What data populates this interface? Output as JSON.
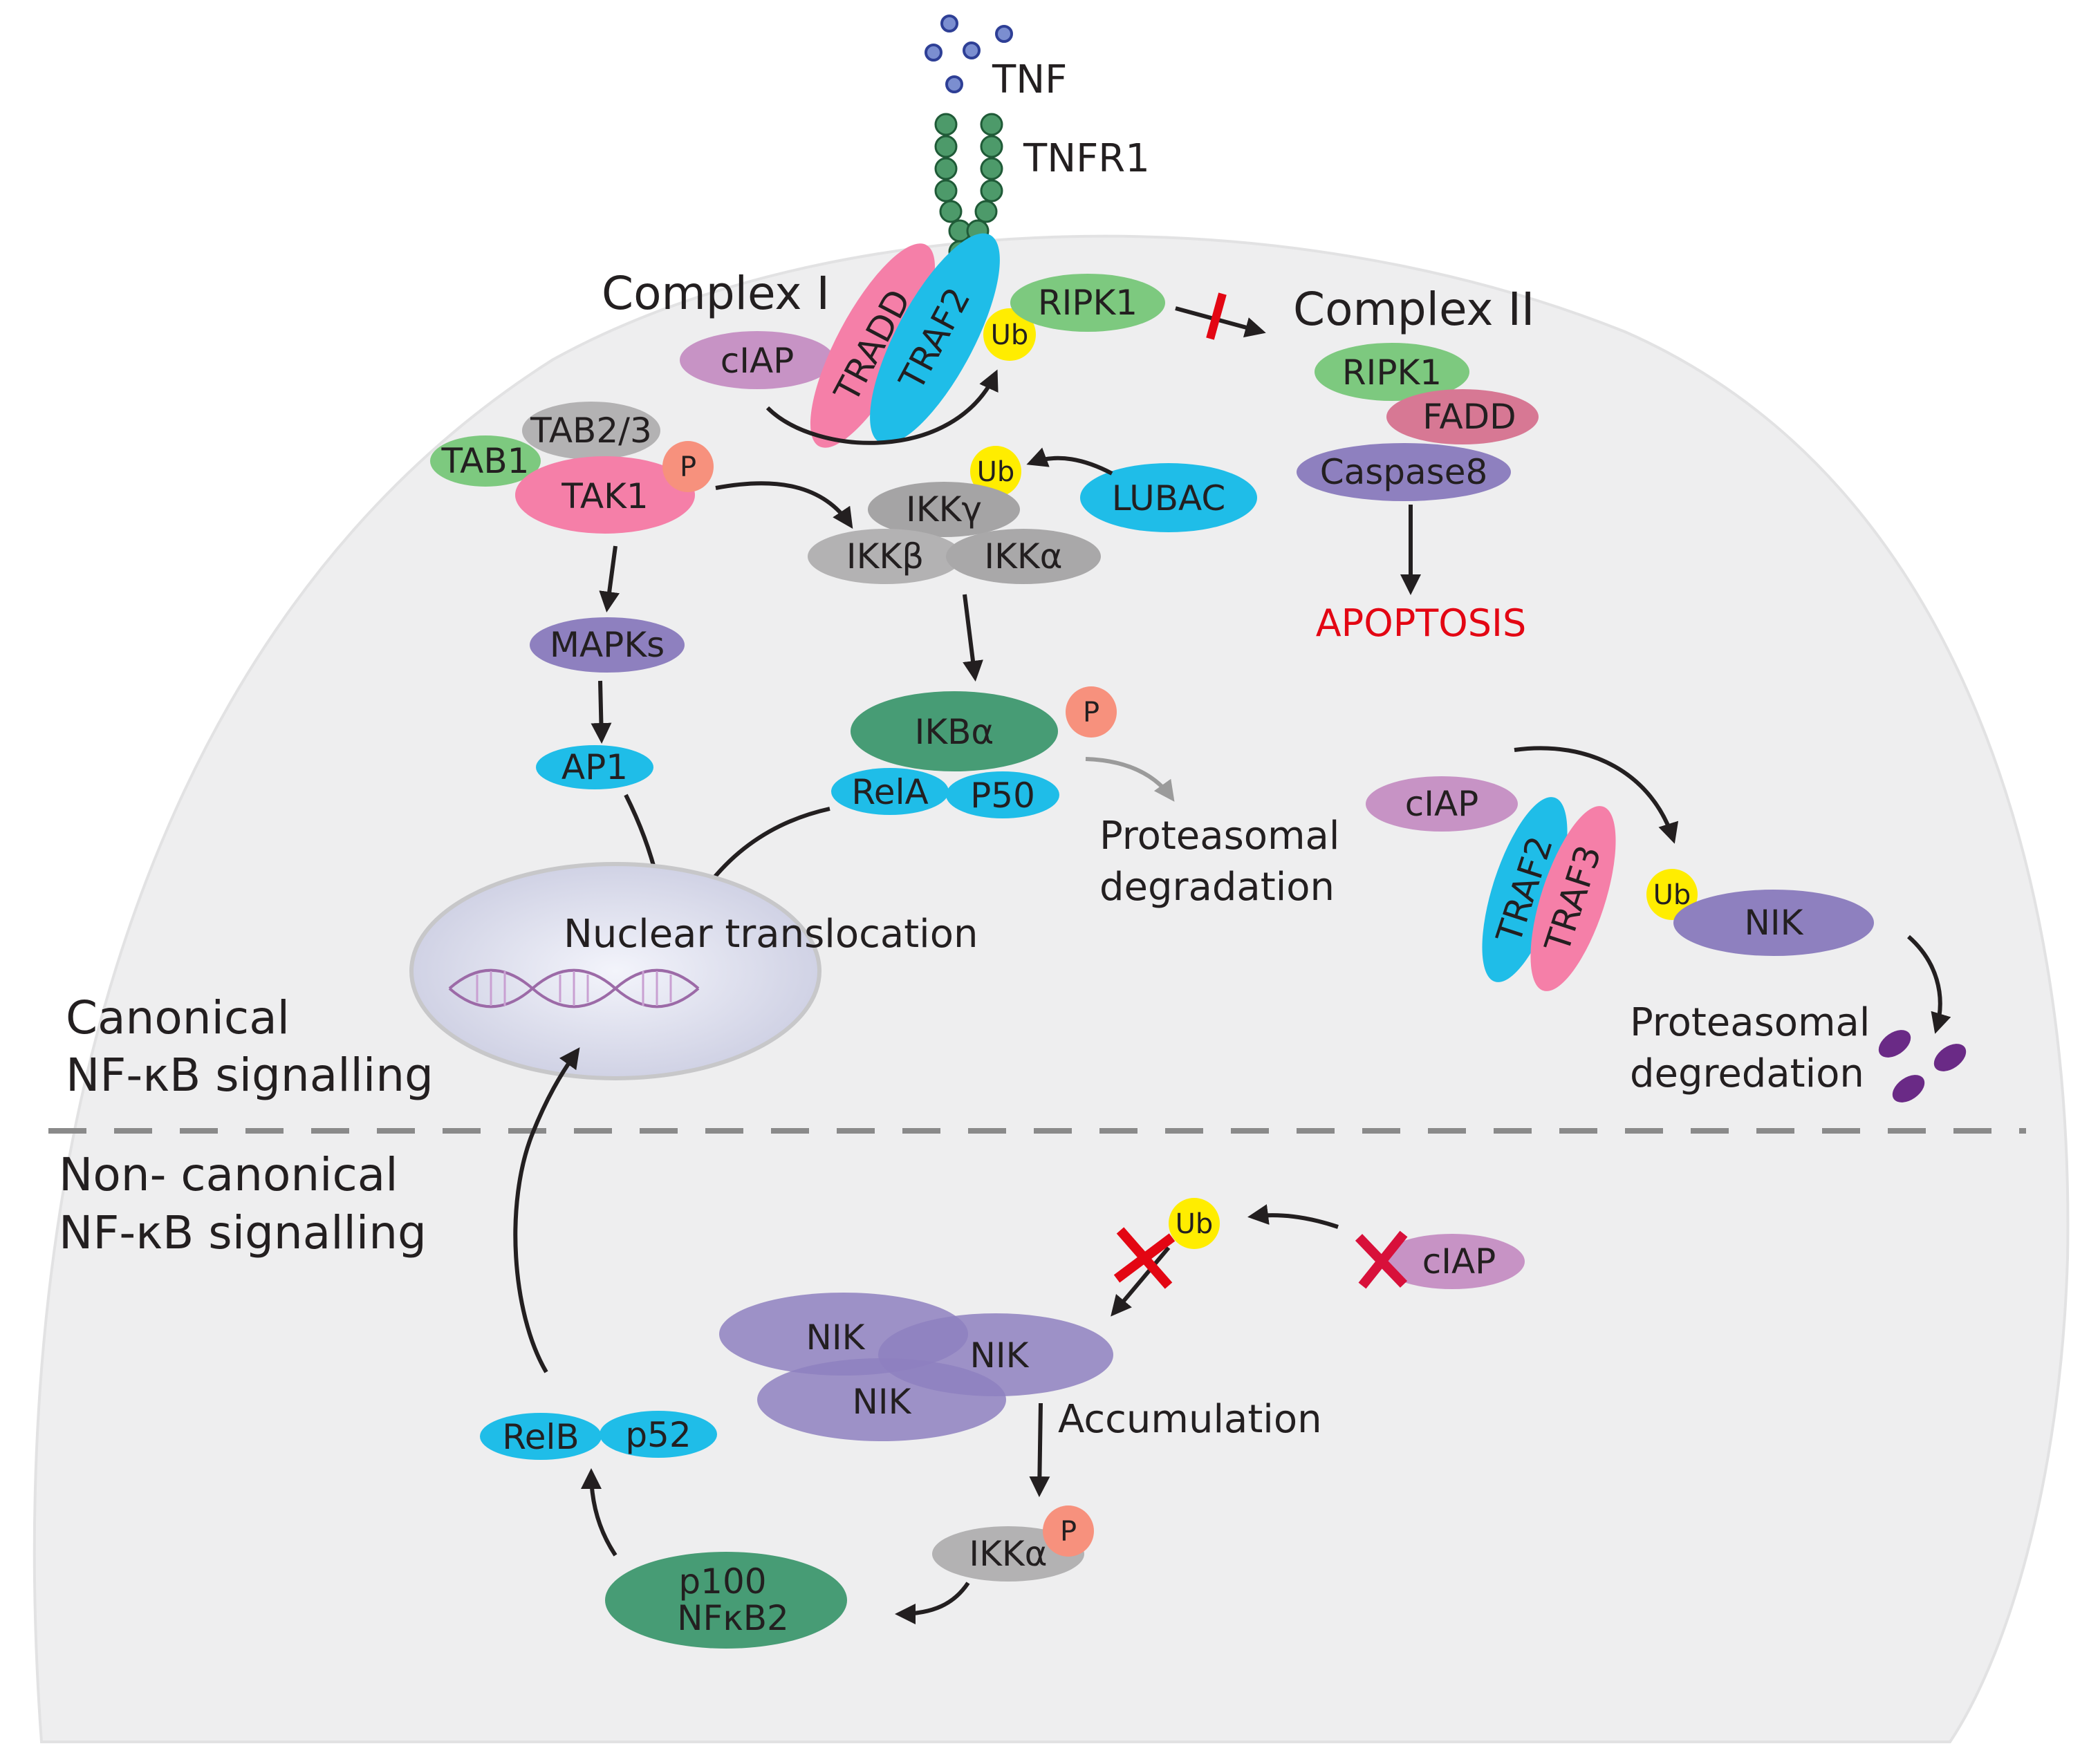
{
  "labels": {
    "tnf": "TNF",
    "tnfr1": "TNFR1",
    "complex_one": "Complex I",
    "complex_two": "Complex II",
    "tradd": "TRADD",
    "traf2": "TRAF2",
    "ciap": "cIAP",
    "ub": "Ub",
    "p": "P",
    "ripk1": "RIPK1",
    "fadd": "FADD",
    "caspase8": "Caspase8",
    "apoptosis": "APOPTOSIS",
    "tab23": "TAB2/3",
    "tab1": "TAB1",
    "tak1": "TAK1",
    "lubac": "LUBAC",
    "ikk_gamma": "IKKγ",
    "ikk_beta": "IKKβ",
    "ikk_alpha": "IKKα",
    "mapks": "MAPKs",
    "ap1": "AP1",
    "ikb_alpha": "IKBα",
    "rela": "RelA",
    "p50": "P50",
    "proteasomal_1": "Proteasomal",
    "degradation_1": "degradation",
    "nuclear_translocation": "Nuclear translocation",
    "traf3": "TRAF3",
    "nik": "NIK",
    "proteasomal_2": "Proteasomal",
    "degredation_2": "degredation",
    "canonical_line1": "Canonical",
    "canonical_line2": "NF-κB signalling",
    "noncanonical_line1": "Non- canonical",
    "noncanonical_line2": "NF-κB signalling",
    "accumulation": "Accumulation",
    "relb": "RelB",
    "p52": "p52",
    "p100": "p100",
    "nfkb2": "NFκB2"
  },
  "colors": {
    "cell": "#eeeeef",
    "green_light": "#7dc97f",
    "green_dark": "#479c75",
    "pink": "#f57fa8",
    "cyan": "#1fbde8",
    "purple_light": "#c793c5",
    "purple": "#8e80bf",
    "gray": "#b3b2b3",
    "yellow": "#ffed00",
    "salmon": "#f7917d",
    "red": "#e30613",
    "rose": "#d77894",
    "dark_purple": "#6a2a86"
  }
}
